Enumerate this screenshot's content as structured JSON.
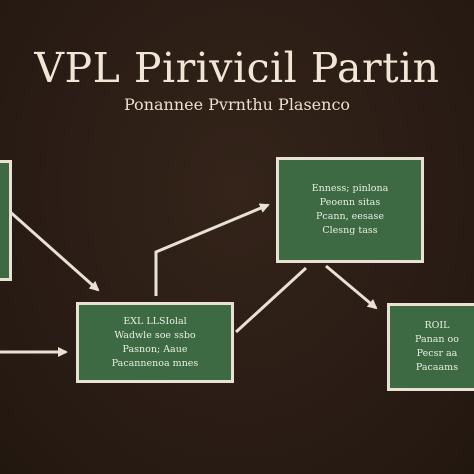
{
  "title": "VPL Pirivicil Partin",
  "subtitle": "Ponannee Pvrnthu Plasenco",
  "boxes": {
    "top": {
      "lines": [
        "Enness; pinlona",
        "Peoenn sitas",
        "Pcann, eesase",
        "Clesng tass"
      ]
    },
    "mid": {
      "lines": [
        "EXL LLSIolal",
        "Wadwle soe ssbo",
        "Pasnon; Aaue",
        "Pacannenoa mnes"
      ]
    },
    "right": {
      "lines": [
        "ROIL",
        "Panan oo",
        "Pecsr aa",
        "Pacaams"
      ]
    }
  },
  "colors": {
    "background": "#2b1d15",
    "box_fill": "#3e6a43",
    "box_border": "#e9e2d3",
    "arrow": "#e9e2d3",
    "text": "#efe6d6"
  }
}
